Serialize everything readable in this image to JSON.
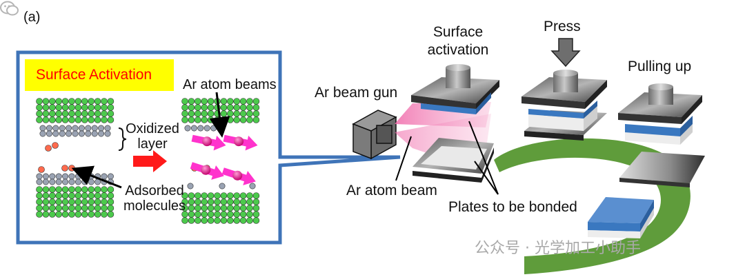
{
  "panel_label": "(a)",
  "inset": {
    "title": "Surface Activation",
    "ar_atom_beams": "Ar atom beams",
    "oxidized_layer": "Oxidized\nlayer",
    "adsorbed_molecules": "Adsorbed\nmolecules"
  },
  "labels": {
    "ar_beam_gun": "Ar beam gun",
    "ar_atom_beam": "Ar atom beam",
    "surface_activation": "Surface\nactivation",
    "press": "Press",
    "pulling_up": "Pulling up",
    "plates_to_be_bonded": "Plates to be bonded"
  },
  "watermark": "公众号 · 光学加工小助手",
  "colors": {
    "inset_border": "#3f74b8",
    "title_bg": "#ffff00",
    "title_text": "#ff0000",
    "atom_green": "#4cc94c",
    "atom_gray": "#9aa3b3",
    "atom_red": "#ff6a4d",
    "beam_pink": "#f7a8cf",
    "ring_green": "#5f9c3b",
    "plate_blue": "#3a78c0"
  }
}
